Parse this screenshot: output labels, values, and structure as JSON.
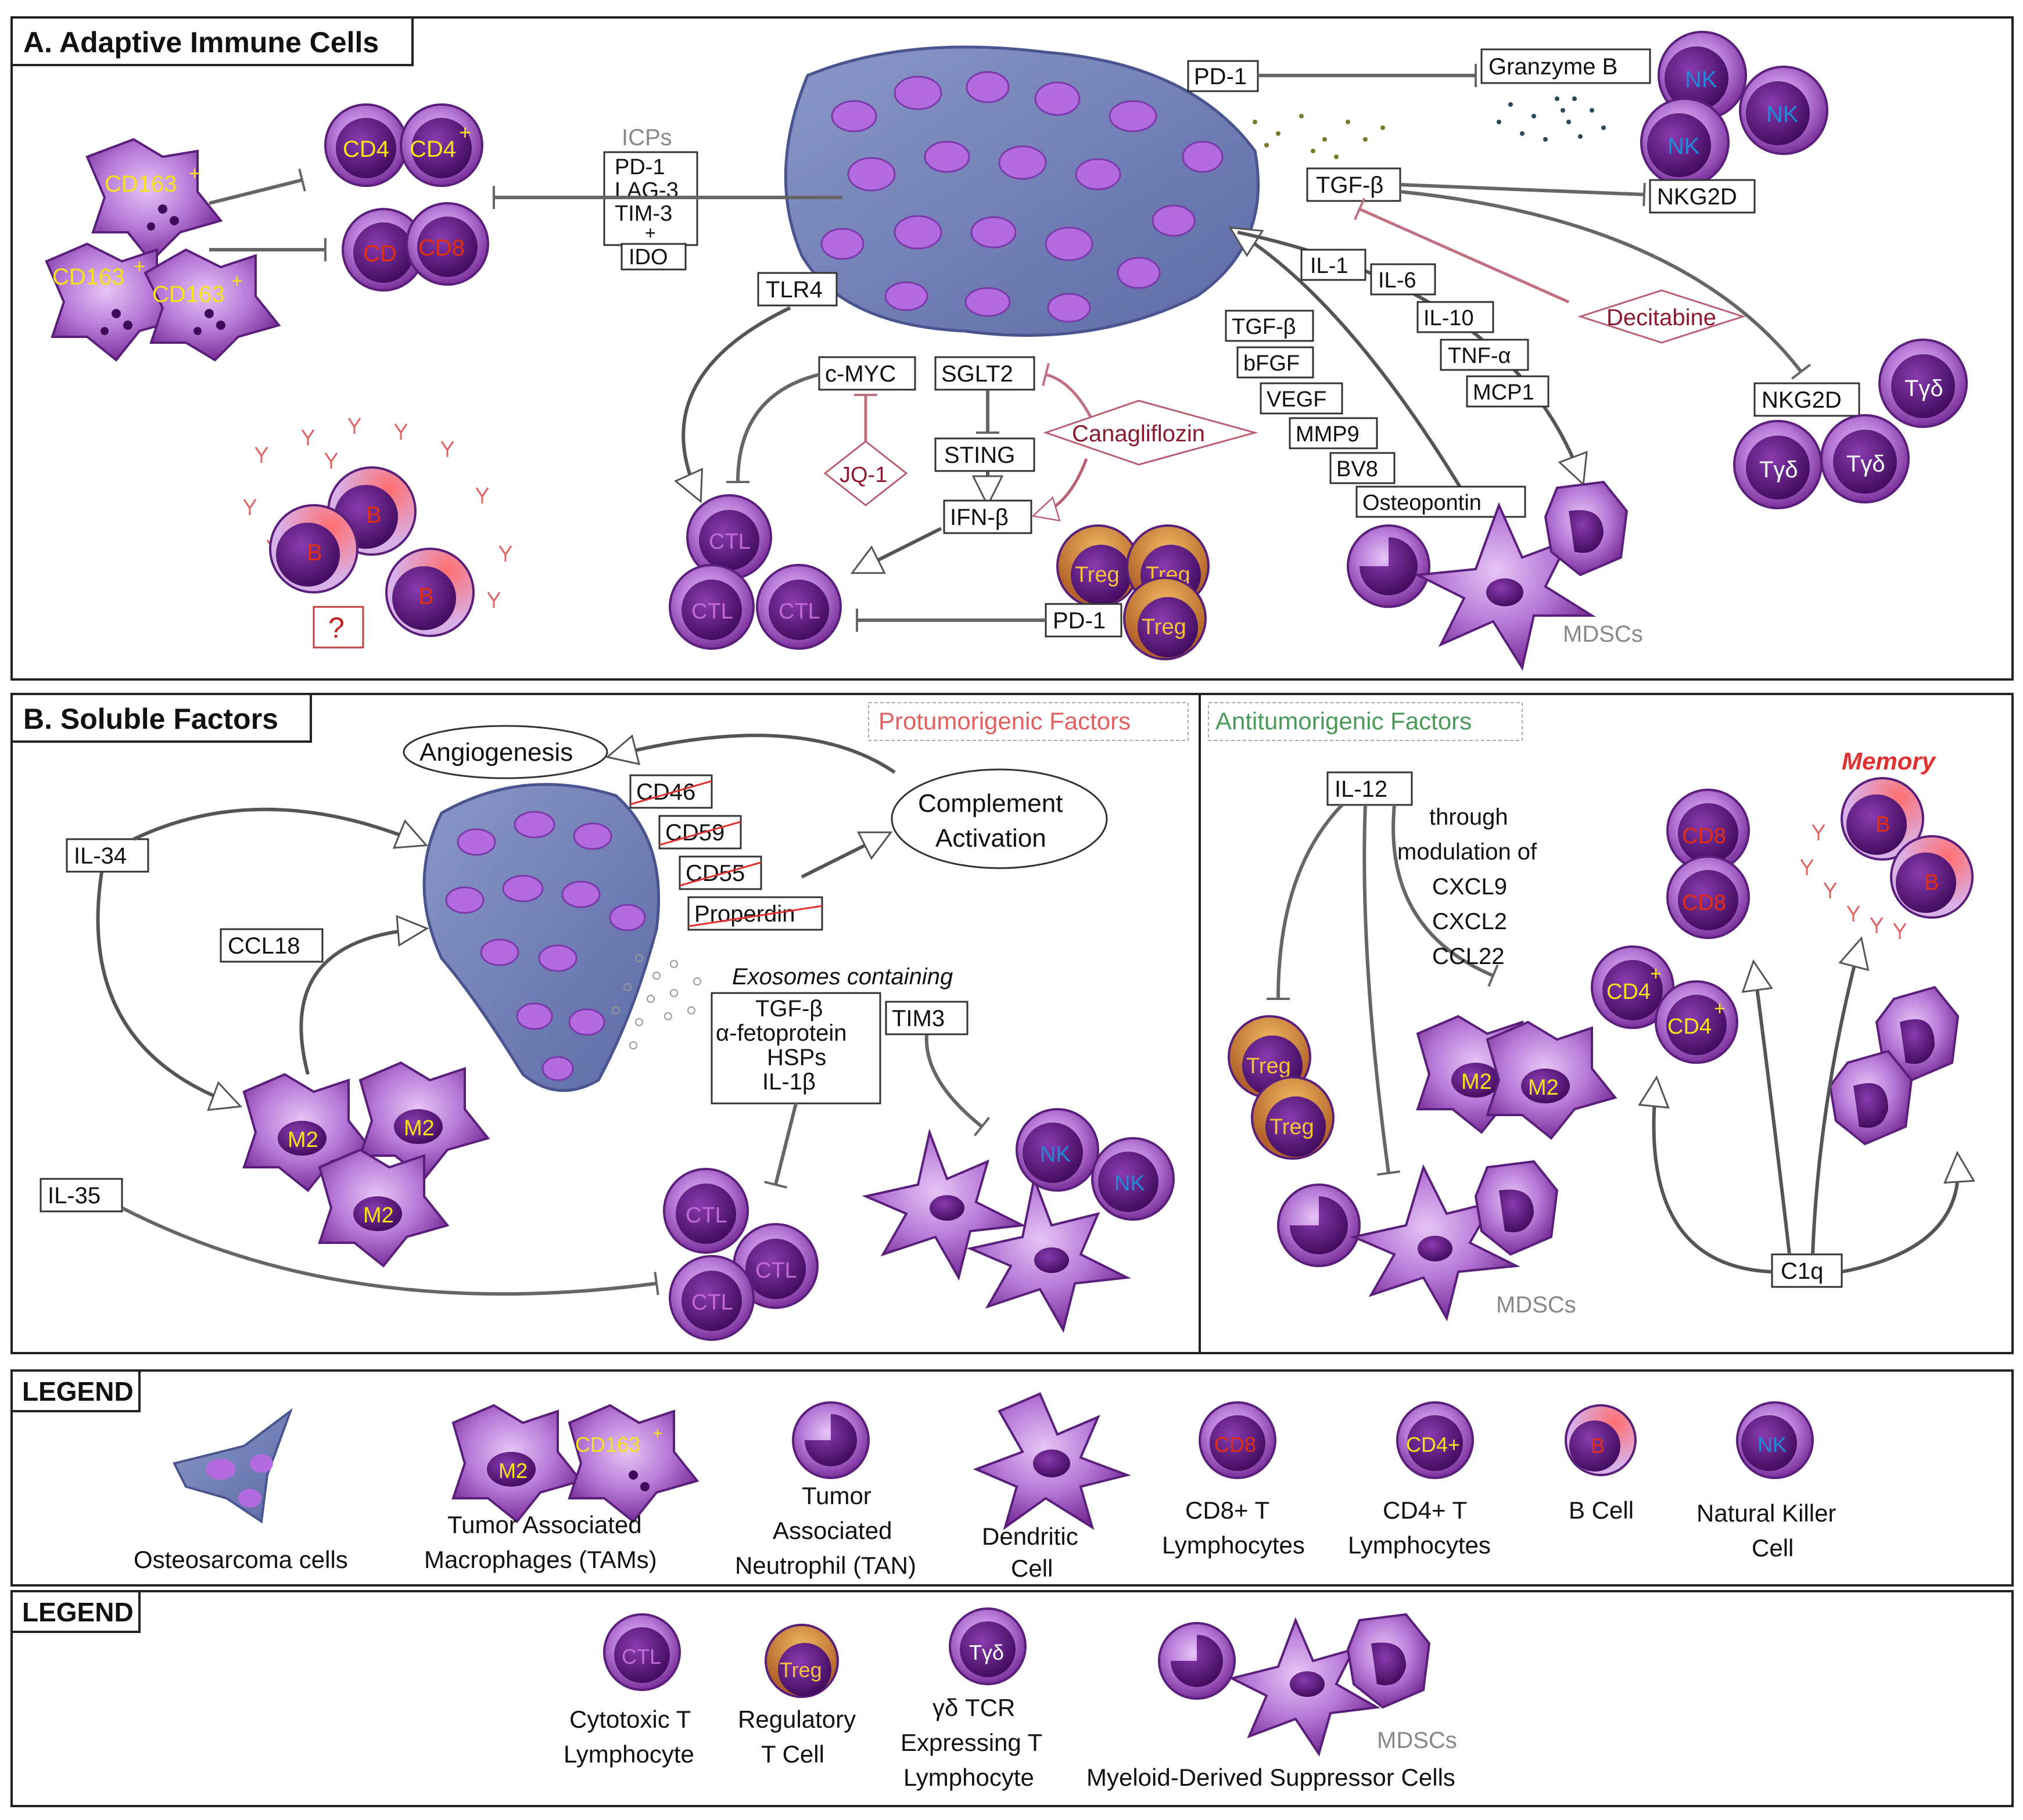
{
  "panel_a": {
    "title": "A. Adaptive Immune Cells",
    "icps_title": "ICPs",
    "icps_items": [
      "PD-1",
      "LAG-3",
      "TIM-3",
      "+",
      "IDO"
    ],
    "pd1_top": "PD-1",
    "granzyme": "Granzyme B",
    "tgfb": "TGF-β",
    "nkg2d_1": "NKG2D",
    "nkg2d_2": "NKG2D",
    "tlr4": "TLR4",
    "cmyc": "c-MYC",
    "sglt2": "SGLT2",
    "jq1": "JQ-1",
    "sting": "STING",
    "ifnb": "IFN-β",
    "canagliflozin": "Canagliflozin",
    "decitabine": "Decitabine",
    "pd1_treg": "PD-1",
    "il1": "IL-1",
    "il6": "IL-6",
    "il10": "IL-10",
    "tnfa": "TNF-α",
    "mcp1": "MCP1",
    "left_cascade": [
      "TGF-β",
      "bFGF",
      "VEGF",
      "MMP9",
      "BV8",
      "Osteopontin"
    ],
    "question": "?",
    "mdscs": "MDSCs",
    "cell_cd163": "CD163",
    "cell_cd4": "CD4",
    "cell_cd8": "CD8",
    "cell_cd": "CD",
    "cell_nk": "NK",
    "cell_b": "B",
    "cell_ctl": "CTL",
    "cell_treg": "Treg",
    "cell_tgd": "Tγδ",
    "plus": "+"
  },
  "panel_b": {
    "title": "B. Soluble Factors",
    "protumor": "Protumorigenic Factors",
    "antitumor": "Antitumorigenic Factors",
    "angiogenesis": "Angiogenesis",
    "complement": [
      "Complement",
      "Activation"
    ],
    "cd46": "CD46",
    "cd59": "CD59",
    "cd55": "CD55",
    "properdin": "Properdin",
    "il34": "IL-34",
    "ccl18": "CCL18",
    "il35": "IL-35",
    "exosomes_title": "Exosomes containing",
    "exosomes_items": [
      "TGF-β",
      "α-fetoprotein",
      "HSPs",
      "IL-1β"
    ],
    "tim3": "TIM3",
    "il12": "IL-12",
    "modulation": [
      "through",
      "modulation of",
      "CXCL9",
      "CXCL2",
      "CCL22"
    ],
    "memory": "Memory",
    "c1q": "C1q",
    "mdscs": "MDSCs",
    "cell_m2": "M2",
    "cell_ctl": "CTL",
    "cell_nk": "NK",
    "cell_treg": "Treg",
    "cell_cd8": "CD8",
    "cell_cd4": "CD4",
    "cell_b": "B",
    "plus": "+"
  },
  "legend1": {
    "title": "LEGEND",
    "items": [
      [
        "Osteosarcoma cells"
      ],
      [
        "Tumor Associated",
        "Macrophages (TAMs)"
      ],
      [
        "Tumor",
        "Associated",
        "Neutrophil (TAN)"
      ],
      [
        "Dendritic",
        "Cell"
      ],
      [
        "CD8+ T",
        "Lymphocytes"
      ],
      [
        "CD4+ T",
        "Lymphocytes"
      ],
      [
        "B Cell"
      ],
      [
        "Natural Killer",
        "Cell"
      ]
    ],
    "cell_m2": "M2",
    "cell_cd163": "CD163",
    "cell_cd8": "CD8",
    "cell_cd4": "CD4+",
    "cell_b": "B",
    "cell_nk": "NK",
    "plus": "+"
  },
  "legend2": {
    "title": "LEGEND",
    "items": [
      [
        "Cytotoxic T",
        "Lymphocyte"
      ],
      [
        "Regulatory",
        "T Cell"
      ],
      [
        "γδ TCR",
        "Expressing T",
        "Lymphocyte"
      ],
      [
        "Myeloid-Derived Suppressor Cells"
      ]
    ],
    "cell_ctl": "CTL",
    "cell_treg": "Treg",
    "cell_tgd": "Tγδ",
    "mdscs": "MDSCs"
  },
  "colors": {
    "cell_purple": "#7a2f9a",
    "cell_light": "#b77ad8",
    "nucleus": "#4b0f6b",
    "tumor_blue": "#6f7fb8",
    "tumor_violet": "#b46be0",
    "drug_red": "#8b1a2e",
    "protumor_red": "#e06060",
    "antitumor_green": "#4a9a5a",
    "label_yellow": "#f5e21a",
    "label_red": "#e03010",
    "label_blue": "#1e8ad8"
  }
}
